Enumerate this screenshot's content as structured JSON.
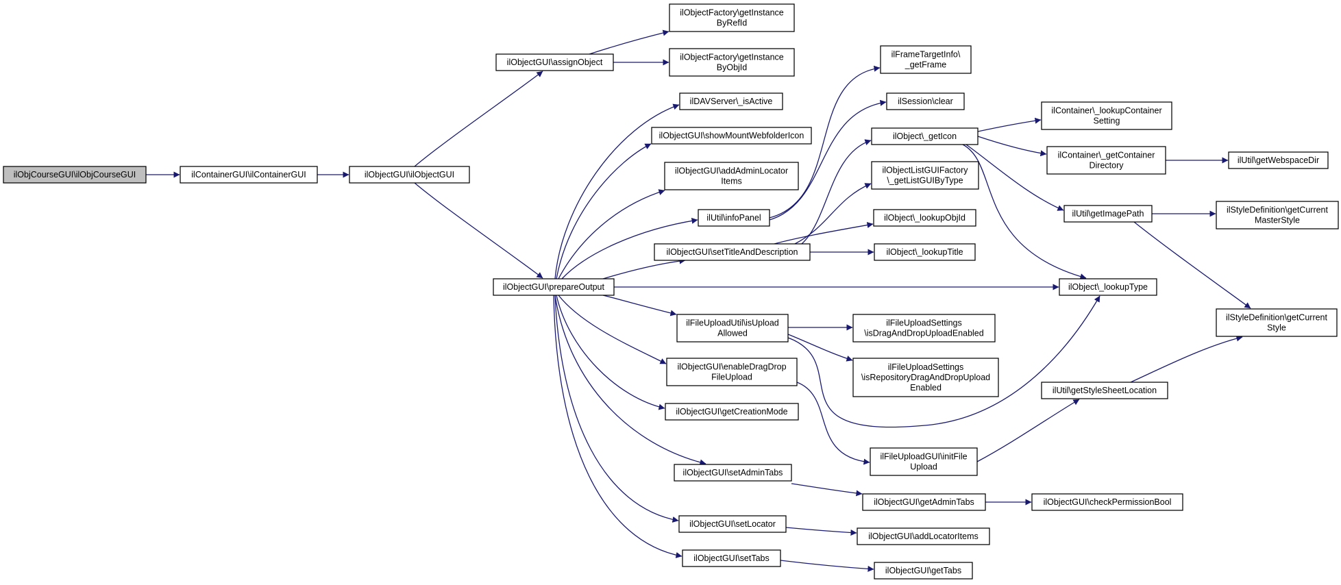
{
  "colors": {
    "edge": "#191970",
    "node_fill": "#ffffff",
    "highlight_fill": "#bfbfbf",
    "border": "#000000"
  },
  "nodes": [
    {
      "id": "n0",
      "lines": [
        "ilObjCourseGUI\\ilObjCourseGUI"
      ],
      "highlight": true
    },
    {
      "id": "n1",
      "lines": [
        "ilContainerGUI\\ilContainerGUI"
      ]
    },
    {
      "id": "n2",
      "lines": [
        "ilObjectGUI\\ilObjectGUI"
      ]
    },
    {
      "id": "n3",
      "lines": [
        "ilObjectGUI\\assignObject"
      ]
    },
    {
      "id": "n4",
      "lines": [
        "ilObjectGUI\\prepareOutput"
      ]
    },
    {
      "id": "n5",
      "lines": [
        "ilObjectFactory\\getInstance",
        "ByRefId"
      ]
    },
    {
      "id": "n6",
      "lines": [
        "ilObjectFactory\\getInstance",
        "ByObjId"
      ]
    },
    {
      "id": "n7",
      "lines": [
        "ilDAVServer\\_isActive"
      ]
    },
    {
      "id": "n8",
      "lines": [
        "ilObjectGUI\\showMountWebfolderIcon"
      ]
    },
    {
      "id": "n9",
      "lines": [
        "ilObjectGUI\\addAdminLocator",
        "Items"
      ]
    },
    {
      "id": "n10",
      "lines": [
        "ilUtil\\infoPanel"
      ]
    },
    {
      "id": "n11",
      "lines": [
        "ilObjectGUI\\setTitleAndDescription"
      ]
    },
    {
      "id": "n12",
      "lines": [
        "ilFileUploadUtil\\isUpload",
        "Allowed"
      ]
    },
    {
      "id": "n13",
      "lines": [
        "ilObjectGUI\\enableDragDrop",
        "FileUpload"
      ]
    },
    {
      "id": "n14",
      "lines": [
        "ilObjectGUI\\getCreationMode"
      ]
    },
    {
      "id": "n15",
      "lines": [
        "ilObjectGUI\\setAdminTabs"
      ]
    },
    {
      "id": "n16",
      "lines": [
        "ilObjectGUI\\setLocator"
      ]
    },
    {
      "id": "n17",
      "lines": [
        "ilObjectGUI\\setTabs"
      ]
    },
    {
      "id": "n18",
      "lines": [
        "ilFrameTargetInfo\\",
        "_getFrame"
      ]
    },
    {
      "id": "n19",
      "lines": [
        "ilSession\\clear"
      ]
    },
    {
      "id": "n20",
      "lines": [
        "ilObject\\_getIcon"
      ]
    },
    {
      "id": "n21",
      "lines": [
        "ilObjectListGUIFactory",
        "\\_getListGUIByType"
      ]
    },
    {
      "id": "n22",
      "lines": [
        "ilObject\\_lookupObjId"
      ]
    },
    {
      "id": "n23",
      "lines": [
        "ilObject\\_lookupTitle"
      ]
    },
    {
      "id": "n24",
      "lines": [
        "ilObject\\_lookupType"
      ]
    },
    {
      "id": "n25",
      "lines": [
        "ilFileUploadSettings",
        "\\isDragAndDropUploadEnabled"
      ]
    },
    {
      "id": "n26",
      "lines": [
        "ilFileUploadSettings",
        "\\isRepositoryDragAndDropUpload",
        "Enabled"
      ]
    },
    {
      "id": "n27",
      "lines": [
        "ilFileUploadGUI\\initFile",
        "Upload"
      ]
    },
    {
      "id": "n28",
      "lines": [
        "ilObjectGUI\\getAdminTabs"
      ]
    },
    {
      "id": "n29",
      "lines": [
        "ilObjectGUI\\addLocatorItems"
      ]
    },
    {
      "id": "n30",
      "lines": [
        "ilObjectGUI\\getTabs"
      ]
    },
    {
      "id": "n31",
      "lines": [
        "ilContainer\\_lookupContainer",
        "Setting"
      ]
    },
    {
      "id": "n32",
      "lines": [
        "ilContainer\\_getContainer",
        "Directory"
      ]
    },
    {
      "id": "n33",
      "lines": [
        "ilUtil\\getImagePath"
      ]
    },
    {
      "id": "n34",
      "lines": [
        "ilUtil\\getStyleSheetLocation"
      ]
    },
    {
      "id": "n35",
      "lines": [
        "ilObjectGUI\\checkPermissionBool"
      ]
    },
    {
      "id": "n36",
      "lines": [
        "ilUtil\\getWebspaceDir"
      ]
    },
    {
      "id": "n37",
      "lines": [
        "ilStyleDefinition\\getCurrent",
        "MasterStyle"
      ]
    },
    {
      "id": "n38",
      "lines": [
        "ilStyleDefinition\\getCurrent",
        "Style"
      ]
    }
  ],
  "edges": [
    {
      "from": "n0",
      "to": "n1"
    },
    {
      "from": "n1",
      "to": "n2"
    },
    {
      "from": "n2",
      "to": "n3"
    },
    {
      "from": "n2",
      "to": "n4"
    },
    {
      "from": "n3",
      "to": "n5"
    },
    {
      "from": "n3",
      "to": "n6"
    },
    {
      "from": "n4",
      "to": "n7"
    },
    {
      "from": "n4",
      "to": "n8"
    },
    {
      "from": "n4",
      "to": "n9"
    },
    {
      "from": "n4",
      "to": "n10"
    },
    {
      "from": "n4",
      "to": "n11"
    },
    {
      "from": "n4",
      "to": "n24"
    },
    {
      "from": "n4",
      "to": "n12"
    },
    {
      "from": "n4",
      "to": "n13"
    },
    {
      "from": "n4",
      "to": "n14"
    },
    {
      "from": "n4",
      "to": "n15"
    },
    {
      "from": "n4",
      "to": "n16"
    },
    {
      "from": "n4",
      "to": "n17"
    },
    {
      "from": "n10",
      "to": "n18"
    },
    {
      "from": "n10",
      "to": "n19"
    },
    {
      "from": "n11",
      "to": "n20"
    },
    {
      "from": "n11",
      "to": "n21"
    },
    {
      "from": "n11",
      "to": "n22"
    },
    {
      "from": "n11",
      "to": "n23"
    },
    {
      "from": "n12",
      "to": "n25"
    },
    {
      "from": "n12",
      "to": "n26"
    },
    {
      "from": "n12",
      "to": "n24"
    },
    {
      "from": "n13",
      "to": "n27"
    },
    {
      "from": "n15",
      "to": "n28"
    },
    {
      "from": "n16",
      "to": "n29"
    },
    {
      "from": "n17",
      "to": "n30"
    },
    {
      "from": "n20",
      "to": "n31"
    },
    {
      "from": "n20",
      "to": "n32"
    },
    {
      "from": "n20",
      "to": "n33"
    },
    {
      "from": "n20",
      "to": "n24"
    },
    {
      "from": "n27",
      "to": "n34"
    },
    {
      "from": "n28",
      "to": "n35"
    },
    {
      "from": "n32",
      "to": "n36"
    },
    {
      "from": "n33",
      "to": "n37"
    },
    {
      "from": "n33",
      "to": "n38"
    },
    {
      "from": "n34",
      "to": "n38"
    }
  ]
}
